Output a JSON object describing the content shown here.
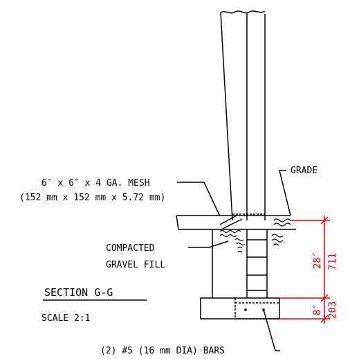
{
  "labels": {
    "mesh_line1": "6″ x 6″ x 4 GA. MESH",
    "mesh_line2": "(152 mm x 152 mm x 5.72 mm)",
    "grade": "GRADE",
    "compacted": "COMPACTED",
    "gravel_fill": "GRAVEL FILL",
    "section": "SECTION G-G",
    "scale": "SCALE  2:1",
    "bars": "(2) #5 (16 mm DIA) BARS"
  },
  "dimensions": {
    "wall_imperial": "28″",
    "wall_metric": "711",
    "footing_imperial": "8″",
    "footing_metric": "203"
  },
  "colors": {
    "line": "#000000",
    "dimension": "#e8000b",
    "background": "#ffffff"
  }
}
